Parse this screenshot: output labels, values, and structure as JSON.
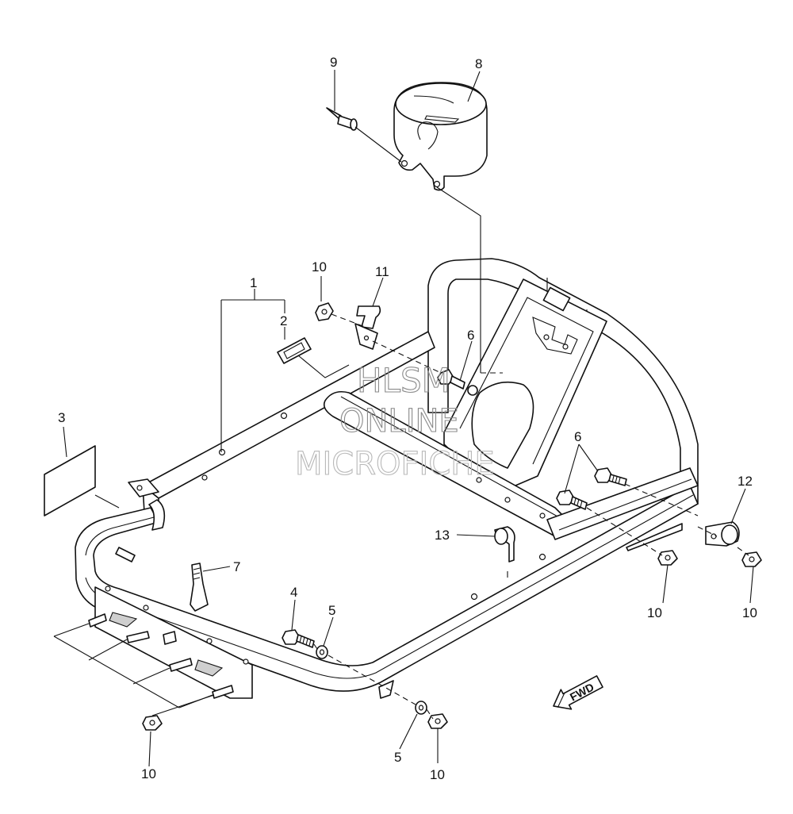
{
  "diagram": {
    "callouts": [
      "1",
      "2",
      "3",
      "4",
      "5",
      "5",
      "6",
      "6",
      "7",
      "8",
      "9",
      "10",
      "10",
      "10",
      "10",
      "10",
      "11",
      "12",
      "13"
    ],
    "watermark": {
      "line1": "HLSM",
      "line2": "ONLINE",
      "line3": "MICROFICHE"
    },
    "direction_arrow": {
      "label": "FWD",
      "icon": "fwd-arrow-icon"
    },
    "colors": {
      "line": "#111111",
      "background": "#ffffff",
      "watermark": "#8a8a8a"
    }
  }
}
